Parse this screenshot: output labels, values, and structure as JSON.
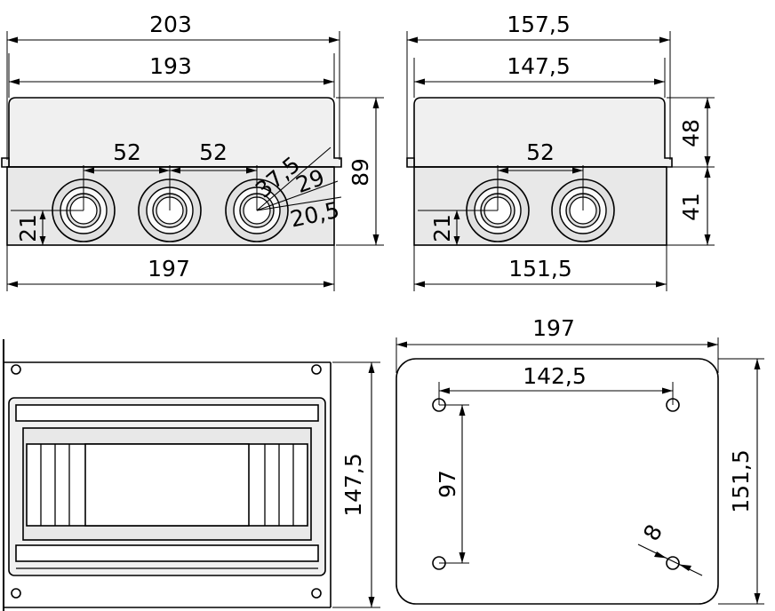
{
  "front_view": {
    "width_overall": "203",
    "width_lid": "193",
    "width_base": "197",
    "hole_spacing_1": "52",
    "hole_spacing_2": "52",
    "height_total": "89",
    "hole_center_height": "21",
    "hole_dia_outer": "37,5",
    "hole_dia_middle": "29",
    "hole_dia_inner": "20,5"
  },
  "side_view": {
    "width_overall": "157,5",
    "width_lid": "147,5",
    "width_base": "151,5",
    "hole_spacing": "52",
    "lid_height": "48",
    "base_height": "41",
    "hole_center_height": "21"
  },
  "panel_view": {
    "height": "147,5"
  },
  "back_view": {
    "width": "197",
    "hole_spacing_x": "142,5",
    "hole_spacing_y": "97",
    "height": "151,5",
    "mount_hole_dia": "8"
  }
}
